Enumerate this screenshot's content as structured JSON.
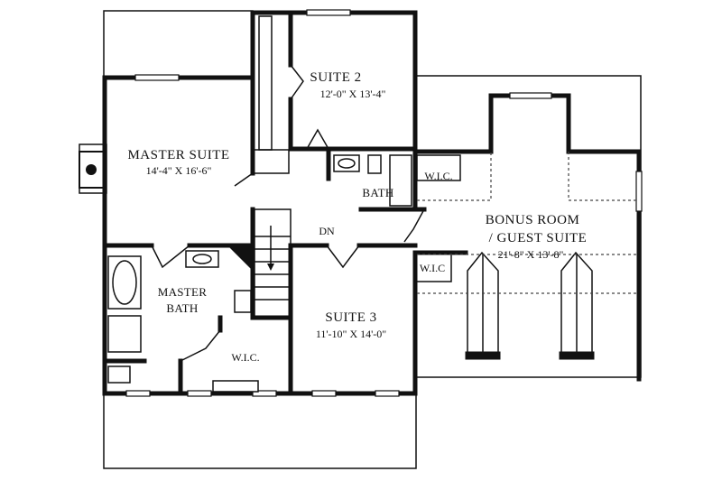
{
  "rooms": {
    "suite2": {
      "name": "SUITE 2",
      "dims": "12'-0\" X 13'-4\""
    },
    "master_suite": {
      "name": "MASTER SUITE",
      "dims": "14'-4\" X 16'-6\""
    },
    "bath": {
      "name": "BATH"
    },
    "wic_top": {
      "name": "W.I.C."
    },
    "bonus": {
      "line1": "BONUS ROOM",
      "line2": "/ GUEST SUITE",
      "dims": "21'-8\" X 13'-8\""
    },
    "dn": {
      "name": "DN"
    },
    "wic_mid": {
      "name": "W.I.C"
    },
    "master_bath": {
      "line1": "MASTER",
      "line2": "BATH"
    },
    "suite3": {
      "name": "SUITE 3",
      "dims": "11'-10\" X 14'-0\""
    },
    "wic_bottom": {
      "name": "W.I.C."
    }
  }
}
